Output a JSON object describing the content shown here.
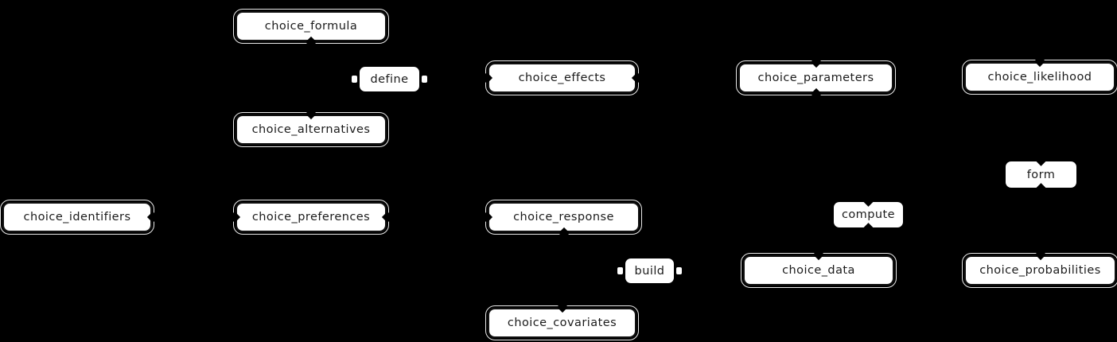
{
  "colors": {
    "background": "#000000",
    "node_fill": "#ffffff",
    "node_border": "#101010",
    "text": "#1b1b1b"
  },
  "diagram": {
    "nodes": [
      {
        "id": "choice_formula",
        "label": "choice_formula"
      },
      {
        "id": "choice_effects",
        "label": "choice_effects"
      },
      {
        "id": "choice_parameters",
        "label": "choice_parameters"
      },
      {
        "id": "choice_likelihood",
        "label": "choice_likelihood"
      },
      {
        "id": "choice_alternatives",
        "label": "choice_alternatives"
      },
      {
        "id": "choice_identifiers",
        "label": "choice_identifiers"
      },
      {
        "id": "choice_preferences",
        "label": "choice_preferences"
      },
      {
        "id": "choice_response",
        "label": "choice_response"
      },
      {
        "id": "choice_data",
        "label": "choice_data"
      },
      {
        "id": "choice_probabilities",
        "label": "choice_probabilities"
      },
      {
        "id": "choice_covariates",
        "label": "choice_covariates"
      }
    ],
    "edge_labels": [
      {
        "id": "define",
        "label": "define"
      },
      {
        "id": "form",
        "label": "form"
      },
      {
        "id": "compute",
        "label": "compute"
      },
      {
        "id": "build",
        "label": "build"
      }
    ]
  }
}
